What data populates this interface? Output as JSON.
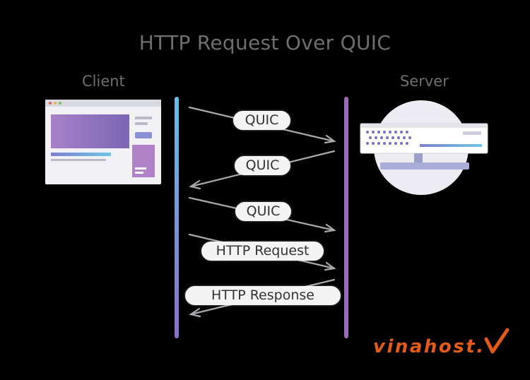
{
  "title": "HTTP Request Over QUIC",
  "client_label": "Client",
  "server_label": "Server",
  "messages": [
    {
      "label": "QUIC",
      "direction": "to-server"
    },
    {
      "label": "QUIC",
      "direction": "to-client"
    },
    {
      "label": "QUIC",
      "direction": "to-server"
    },
    {
      "label": "HTTP Request",
      "direction": "to-server"
    },
    {
      "label": "HTTP Response",
      "direction": "to-client"
    }
  ],
  "logo_text": "vinahost.",
  "colors": {
    "client_line": "#6bb3e6",
    "server_line": "#9a6bb8",
    "arrow": "#a9a9ad",
    "logo": "#e45a17"
  }
}
